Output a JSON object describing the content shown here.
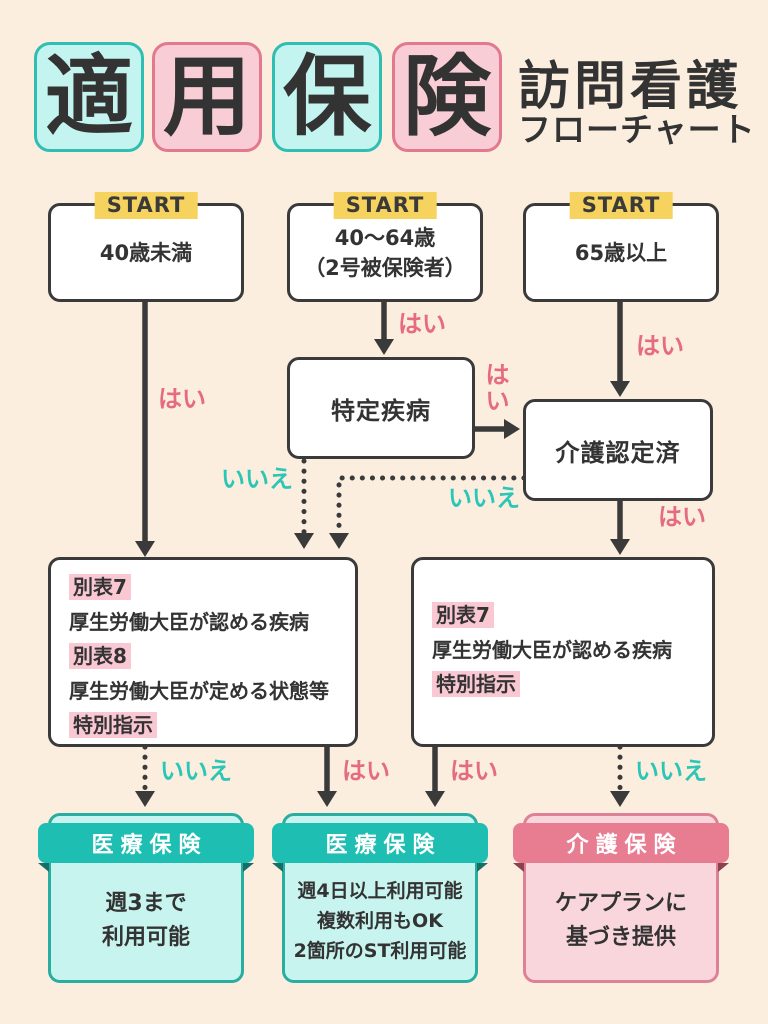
{
  "title": {
    "tiles": [
      {
        "char": "適",
        "variant": "cyan"
      },
      {
        "char": "用",
        "variant": "pink"
      },
      {
        "char": "保",
        "variant": "cyan"
      },
      {
        "char": "険",
        "variant": "pink"
      }
    ],
    "line1": "訪問看護",
    "line2": "フローチャート"
  },
  "labels": {
    "start": "START",
    "yes": "はい",
    "no": "いいえ"
  },
  "start_boxes": [
    {
      "tag": "START",
      "line1": "40歳未満",
      "line2": ""
    },
    {
      "tag": "START",
      "line1": "40〜64歳",
      "line2": "（2号被保険者）"
    },
    {
      "tag": "START",
      "line1": "65歳以上",
      "line2": ""
    }
  ],
  "decision_boxes": [
    {
      "text": "特定疾病"
    },
    {
      "text": "介護認定済"
    }
  ],
  "criteria_boxes": [
    {
      "lines": [
        {
          "text": "別表7",
          "highlight": true
        },
        {
          "text": "厚生労働大臣が認める疾病",
          "highlight": false
        },
        {
          "text": "別表8",
          "highlight": true
        },
        {
          "text": "厚生労働大臣が定める状態等",
          "highlight": false
        },
        {
          "text": "特別指示",
          "highlight": true
        }
      ]
    },
    {
      "lines": [
        {
          "text": "別表7",
          "highlight": true
        },
        {
          "text": "厚生労働大臣が認める疾病",
          "highlight": false
        },
        {
          "text": "特別指示",
          "highlight": true
        }
      ]
    }
  ],
  "result_boxes": [
    {
      "header": "医療保険",
      "variant": "teal",
      "lines": [
        "週3まで",
        "利用可能"
      ]
    },
    {
      "header": "医療保険",
      "variant": "teal",
      "lines": [
        "週4日以上利用可能",
        "複数利用もOK",
        "2箇所のST利用可能"
      ]
    },
    {
      "header": "介護保険",
      "variant": "pink",
      "lines": [
        "ケアプランに",
        "基づき提供"
      ]
    }
  ],
  "colors": {
    "background": "#FBEEDF",
    "node_border": "#3A3A3A",
    "yes_text": "#E56B7F",
    "no_text": "#2CC6B7",
    "start_tag_bg": "#F6D35E",
    "highlight_bg": "#F9C8D2",
    "tile_cyan_bg": "#C4F4EF",
    "tile_cyan_border": "#2FBEB1",
    "tile_pink_bg": "#F8CDD5",
    "tile_pink_border": "#E2798E",
    "medical_header": "#1EBEB2",
    "medical_body": "#C8F4EF",
    "care_header": "#E87D92",
    "care_body": "#F9D6DC"
  }
}
